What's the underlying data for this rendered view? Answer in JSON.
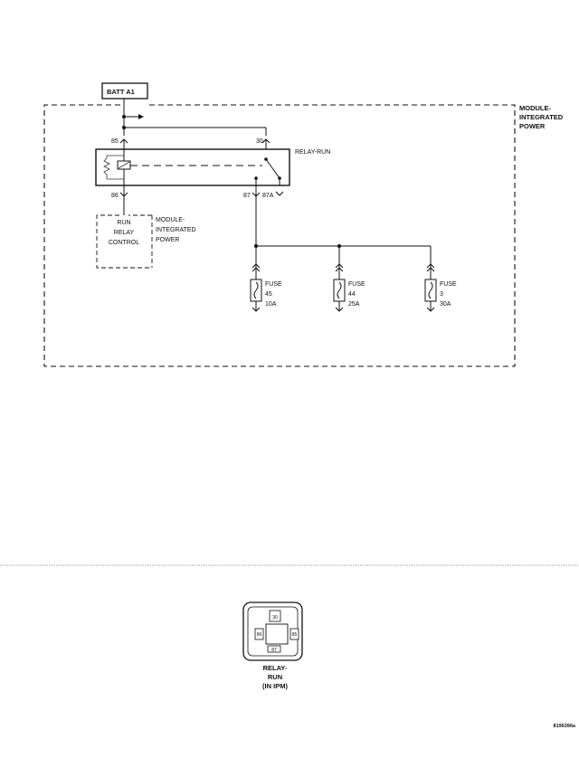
{
  "battery": {
    "label": "BATT A1"
  },
  "module": {
    "line1": "MODULE-",
    "line2": "INTEGRATED",
    "line3": "POWER"
  },
  "relay": {
    "name": "RELAY-RUN",
    "pins": {
      "p85": "85",
      "p30": "30",
      "p86": "86",
      "p87": "87",
      "p87a": "87A"
    }
  },
  "control": {
    "line1": "RUN",
    "line2": "RELAY",
    "line3": "CONTROL",
    "mod1": "MODULE-",
    "mod2": "INTEGRATED",
    "mod3": "POWER"
  },
  "fuses": [
    {
      "label": "FUSE",
      "number": "45",
      "rating": "10A"
    },
    {
      "label": "FUSE",
      "number": "44",
      "rating": "25A"
    },
    {
      "label": "FUSE",
      "number": "3",
      "rating": "30A"
    }
  ],
  "connector_view": {
    "pins": {
      "p30": "30",
      "p86": "86",
      "p85": "85",
      "p87": "87"
    },
    "caption1": "RELAY-",
    "caption2": "RUN",
    "caption3": "(IN IPM)"
  },
  "figure_id": "8196396a"
}
